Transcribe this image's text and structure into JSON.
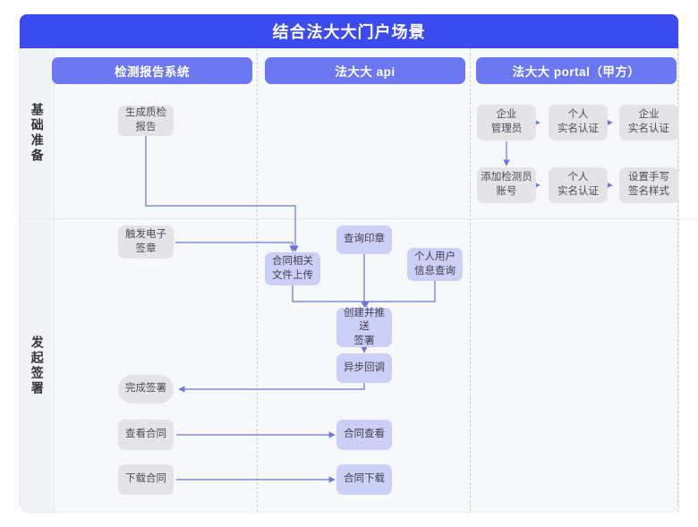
{
  "title": "结合法大大门户场景",
  "colors": {
    "title_bar": "#3b4bf0",
    "column_header": "#6b78f2",
    "node_gray": "#e4e4e7",
    "node_lavender": "#ccd0f6",
    "connector": "#6b76d8",
    "canvas": "#f7f8fa",
    "rail": "#f2f3f6"
  },
  "rail": {
    "lanes": [
      {
        "label": "基础准备"
      },
      {
        "label": "发起签署"
      }
    ]
  },
  "columns": [
    {
      "id": "col-detection-report-system",
      "label": "检测报告系统"
    },
    {
      "id": "col-fadada-api",
      "label": "法大大 api"
    },
    {
      "id": "col-fadada-portal",
      "label": "法大大 portal（甲方）"
    }
  ],
  "nodes": [
    {
      "id": "node-generate-qc-report",
      "label": "生成质检\n报告",
      "style": "gray",
      "column": "col-detection-report-system",
      "lane": "基础准备"
    },
    {
      "id": "node-enterprise-admin",
      "label": "企业\n管理员",
      "style": "gray",
      "column": "col-fadada-portal",
      "lane": "基础准备"
    },
    {
      "id": "node-personal-realname-1",
      "label": "个人\n实名认证",
      "style": "gray",
      "column": "col-fadada-portal",
      "lane": "基础准备"
    },
    {
      "id": "node-enterprise-realname",
      "label": "企业\n实名认证",
      "style": "gray",
      "column": "col-fadada-portal",
      "lane": "基础准备"
    },
    {
      "id": "node-add-inspector-account",
      "label": "添加检测员\n账号",
      "style": "gray",
      "column": "col-fadada-portal",
      "lane": "基础准备"
    },
    {
      "id": "node-personal-realname-2",
      "label": "个人\n实名认证",
      "style": "gray",
      "column": "col-fadada-portal",
      "lane": "基础准备"
    },
    {
      "id": "node-set-handwrite-signature",
      "label": "设置手写\n签名样式",
      "style": "gray",
      "column": "col-fadada-portal",
      "lane": "基础准备"
    },
    {
      "id": "node-trigger-esign",
      "label": "触发电子\n签章",
      "style": "gray",
      "column": "col-detection-report-system",
      "lane": "发起签署"
    },
    {
      "id": "node-contract-file-upload",
      "label": "合同相关\n文件上传",
      "style": "lav",
      "column": "col-fadada-api",
      "lane": "发起签署"
    },
    {
      "id": "node-query-seal",
      "label": "查询印章",
      "style": "lav",
      "column": "col-fadada-api",
      "lane": "发起签署"
    },
    {
      "id": "node-personal-user-info-query",
      "label": "个人用户\n信息查询",
      "style": "lav",
      "column": "col-fadada-api",
      "lane": "发起签署"
    },
    {
      "id": "node-create-push-sign",
      "label": "创建并推送\n签署",
      "style": "lav",
      "column": "col-fadada-api",
      "lane": "发起签署"
    },
    {
      "id": "node-async-callback",
      "label": "异步回调",
      "style": "lav",
      "column": "col-fadada-api",
      "lane": "发起签署"
    },
    {
      "id": "node-finish-sign",
      "label": "完成签署",
      "style": "gray",
      "column": "col-detection-report-system",
      "lane": "发起签署"
    },
    {
      "id": "node-view-contract",
      "label": "查看合同",
      "style": "gray",
      "column": "col-detection-report-system",
      "lane": "发起签署"
    },
    {
      "id": "node-contract-view",
      "label": "合同查看",
      "style": "lav",
      "column": "col-fadada-api",
      "lane": "发起签署"
    },
    {
      "id": "node-download-contract",
      "label": "下载合同",
      "style": "gray",
      "column": "col-detection-report-system",
      "lane": "发起签署"
    },
    {
      "id": "node-contract-download",
      "label": "合同下载",
      "style": "lav",
      "column": "col-fadada-api",
      "lane": "发起签署"
    }
  ],
  "edges": [
    {
      "from": "node-enterprise-admin",
      "to": "node-personal-realname-1"
    },
    {
      "from": "node-personal-realname-1",
      "to": "node-enterprise-realname"
    },
    {
      "from": "node-enterprise-admin",
      "to": "node-add-inspector-account"
    },
    {
      "from": "node-add-inspector-account",
      "to": "node-personal-realname-2"
    },
    {
      "from": "node-personal-realname-2",
      "to": "node-set-handwrite-signature"
    },
    {
      "from": "node-generate-qc-report",
      "to": "node-contract-file-upload"
    },
    {
      "from": "node-trigger-esign",
      "to": "node-contract-file-upload"
    },
    {
      "from": "node-contract-file-upload",
      "to": "node-create-push-sign"
    },
    {
      "from": "node-query-seal",
      "to": "node-create-push-sign"
    },
    {
      "from": "node-personal-user-info-query",
      "to": "node-create-push-sign"
    },
    {
      "from": "node-create-push-sign",
      "to": "node-async-callback"
    },
    {
      "from": "node-async-callback",
      "to": "node-finish-sign"
    },
    {
      "from": "node-view-contract",
      "to": "node-contract-view"
    },
    {
      "from": "node-download-contract",
      "to": "node-contract-download"
    }
  ]
}
